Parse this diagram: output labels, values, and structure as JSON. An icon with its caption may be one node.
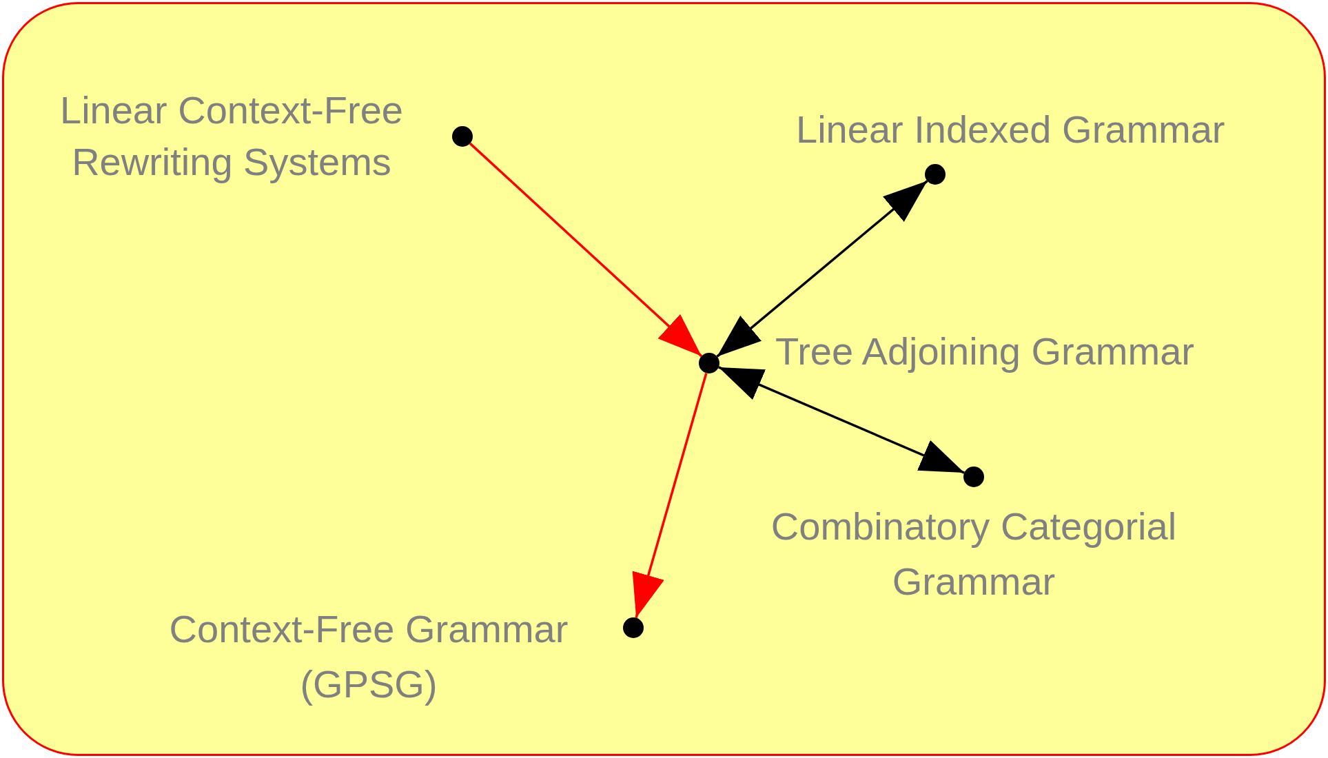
{
  "diagram": {
    "nodes": [
      {
        "text": [],
        "shape": "circle",
        "beside": [
          "Linear Context-Free Rewriting Systems"
        ]
      },
      {
        "text": [],
        "shape": "circle",
        "beside": [
          "Linear Indexed Grammar"
        ]
      },
      {
        "text": [],
        "shape": "circle",
        "beside": [
          "Tree Adjoining Grammar"
        ]
      },
      {
        "text": [],
        "shape": "circle",
        "beside": [
          "Combinatory Categorial Grammar"
        ]
      },
      {
        "text": [],
        "shape": "circle",
        "beside": [
          "Context-Free Grammar (GPSG)"
        ]
      }
    ],
    "edges": [
      {
        "from": 0,
        "to": 2,
        "arrow": "to",
        "color": "#ff0000"
      },
      {
        "from": 2,
        "to": 1,
        "arrow": "both",
        "color": "#000000"
      },
      {
        "from": 2,
        "to": 3,
        "arrow": "both",
        "color": "#000000"
      },
      {
        "from": 2,
        "to": 4,
        "arrow": "to",
        "color": "#ff0000"
      }
    ]
  }
}
